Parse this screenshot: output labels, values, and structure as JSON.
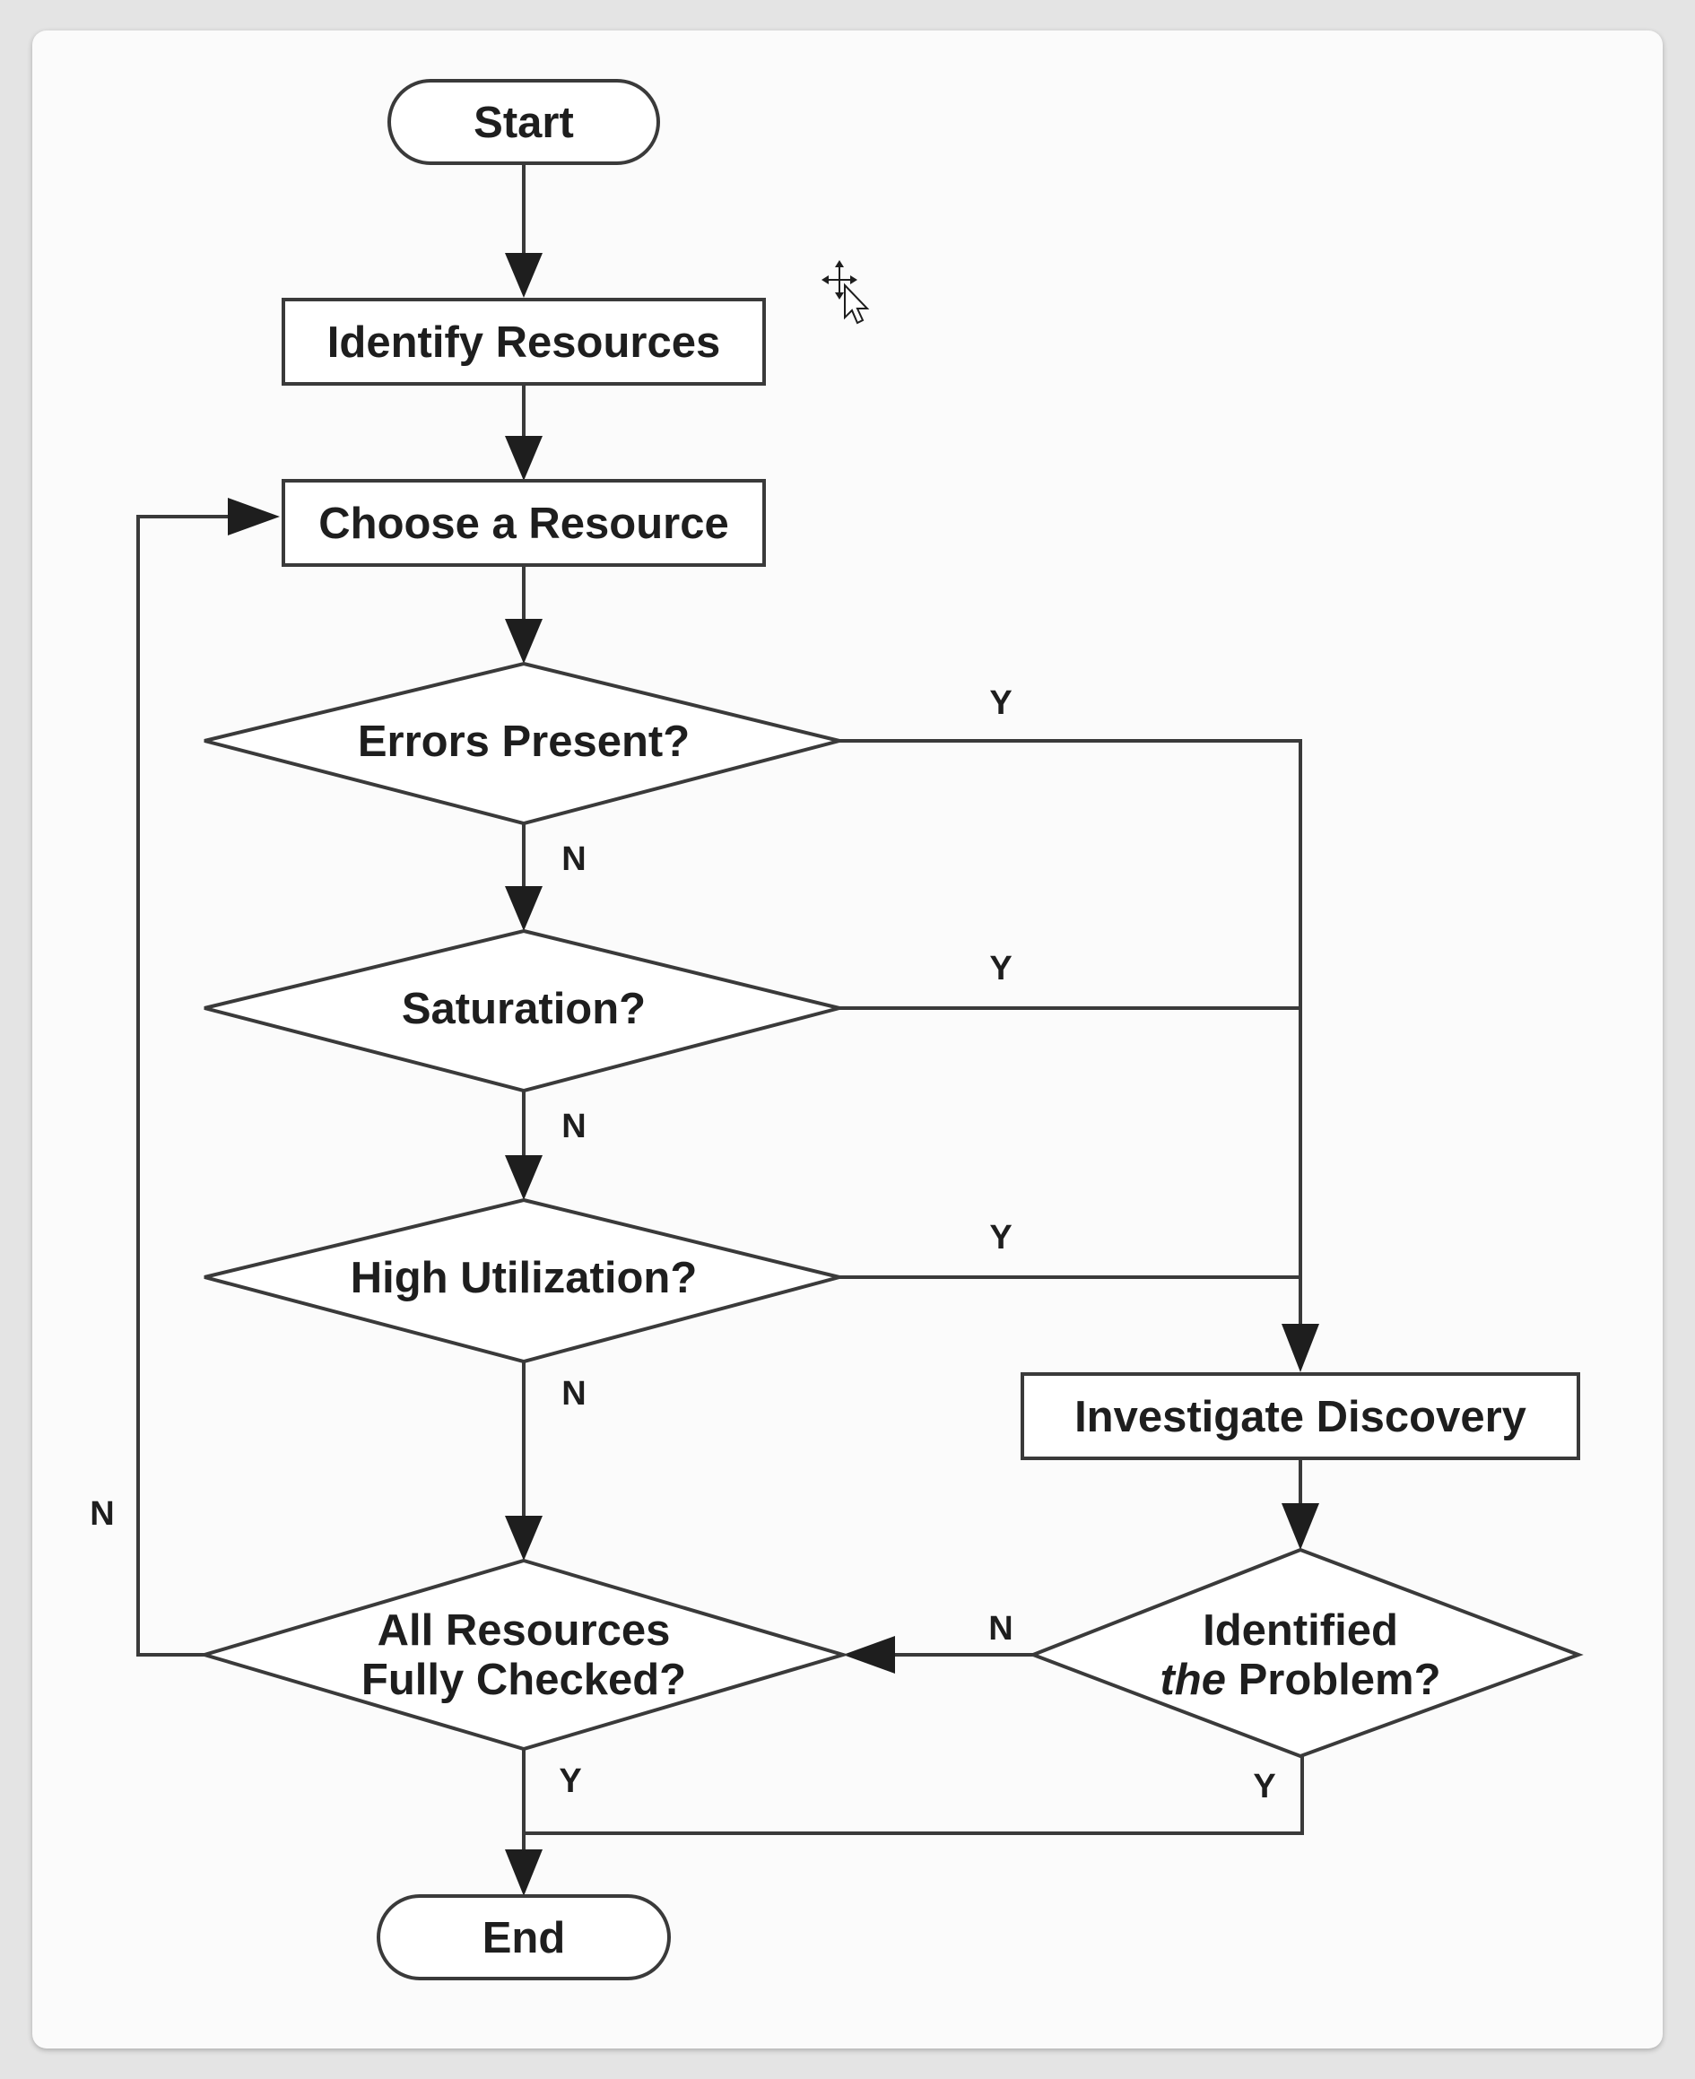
{
  "nodes": {
    "start": "Start",
    "identify": "Identify Resources",
    "choose": "Choose a Resource",
    "errors": "Errors Present?",
    "saturation": "Saturation?",
    "utilization": "High Utilization?",
    "investigate": "Investigate Discovery",
    "checked_line1": "All Resources",
    "checked_line2": "Fully Checked?",
    "identified_line1": "Identified",
    "identified_line2_italic": "the",
    "identified_line2_rest": " Problem?",
    "end": "End"
  },
  "edge_labels": {
    "errors_yes": "Y",
    "errors_no": "N",
    "saturation_yes": "Y",
    "saturation_no": "N",
    "utilization_yes": "Y",
    "utilization_no": "N",
    "identified_no": "N",
    "identified_yes": "Y",
    "checked_yes": "Y",
    "checked_no": "N"
  },
  "icons": {
    "cursor": "move-cursor-icon"
  },
  "colors": {
    "stroke": "#3a3a3a",
    "text": "#1e1e1e",
    "background": "#fbfbfb"
  }
}
